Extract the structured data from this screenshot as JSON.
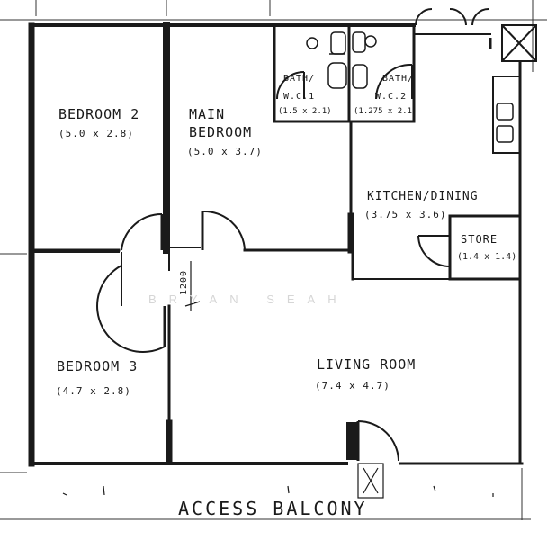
{
  "rooms": {
    "bedroom2": {
      "name": "BEDROOM 2",
      "dims": "(5.0 x 2.8)"
    },
    "main_bedroom": {
      "name_line1": "MAIN",
      "name_line2": "BEDROOM",
      "dims": "(5.0 x 3.7)"
    },
    "bath1": {
      "name": "BATH/",
      "sub": "W.C.1",
      "dims": "(1.5 x 2.1)"
    },
    "bath2": {
      "name": "BATH/",
      "sub": "W.C.2",
      "dims": "(1.275 x 2.1)"
    },
    "kitchen": {
      "name": "KITCHEN/DINING",
      "dims": "(3.75 x 3.6)"
    },
    "store": {
      "name": "STORE",
      "dims": "(1.4 x 1.4)"
    },
    "bedroom3": {
      "name": "BEDROOM 3",
      "dims": "(4.7 x 2.8)"
    },
    "living": {
      "name": "LIVING ROOM",
      "dims": "(7.4 x 4.7)"
    }
  },
  "corridor_width": "1200",
  "balcony_label": "ACCESS BALCONY",
  "watermark": "BRYAN SEAH",
  "colors": {
    "wall": "#1a1a1a",
    "paper": "#ffffff",
    "watermark": "#d6d6d6"
  }
}
